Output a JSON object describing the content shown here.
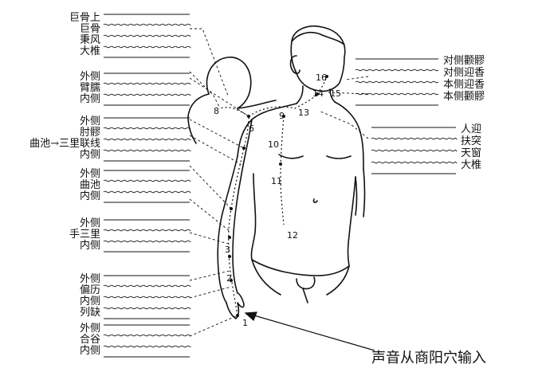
{
  "left_groups": [
    {
      "labels": [
        "巨骨上",
        "巨骨",
        "秉风",
        "大椎"
      ]
    },
    {
      "labels": [
        "外侧",
        "臂臑",
        "内侧"
      ]
    },
    {
      "labels": [
        "外侧",
        "肘髎",
        "曲池→三里联线",
        "内侧"
      ]
    },
    {
      "labels": [
        "外侧",
        "曲池",
        "内侧"
      ]
    },
    {
      "labels": [
        "外侧",
        "手三里",
        "内侧"
      ]
    },
    {
      "labels": [
        "外侧",
        "偏历",
        "内侧",
        "列缺"
      ]
    },
    {
      "labels": [
        "外侧",
        "合谷",
        "内侧"
      ]
    }
  ],
  "right_groups": [
    {
      "labels": [
        "对侧颧髎",
        "对侧迎香",
        "本侧迎香",
        "本侧颧髎"
      ]
    },
    {
      "labels": [
        "人迎",
        "扶突",
        "天窗",
        "大椎"
      ]
    }
  ],
  "point_numbers": [
    "1",
    "2",
    "3",
    "6",
    "8",
    "9",
    "10",
    "11",
    "12",
    "13",
    "14",
    "15",
    "16"
  ],
  "caption": "声音从商阳穴输入",
  "colors": {
    "ink": "#111111",
    "background": "#ffffff"
  }
}
